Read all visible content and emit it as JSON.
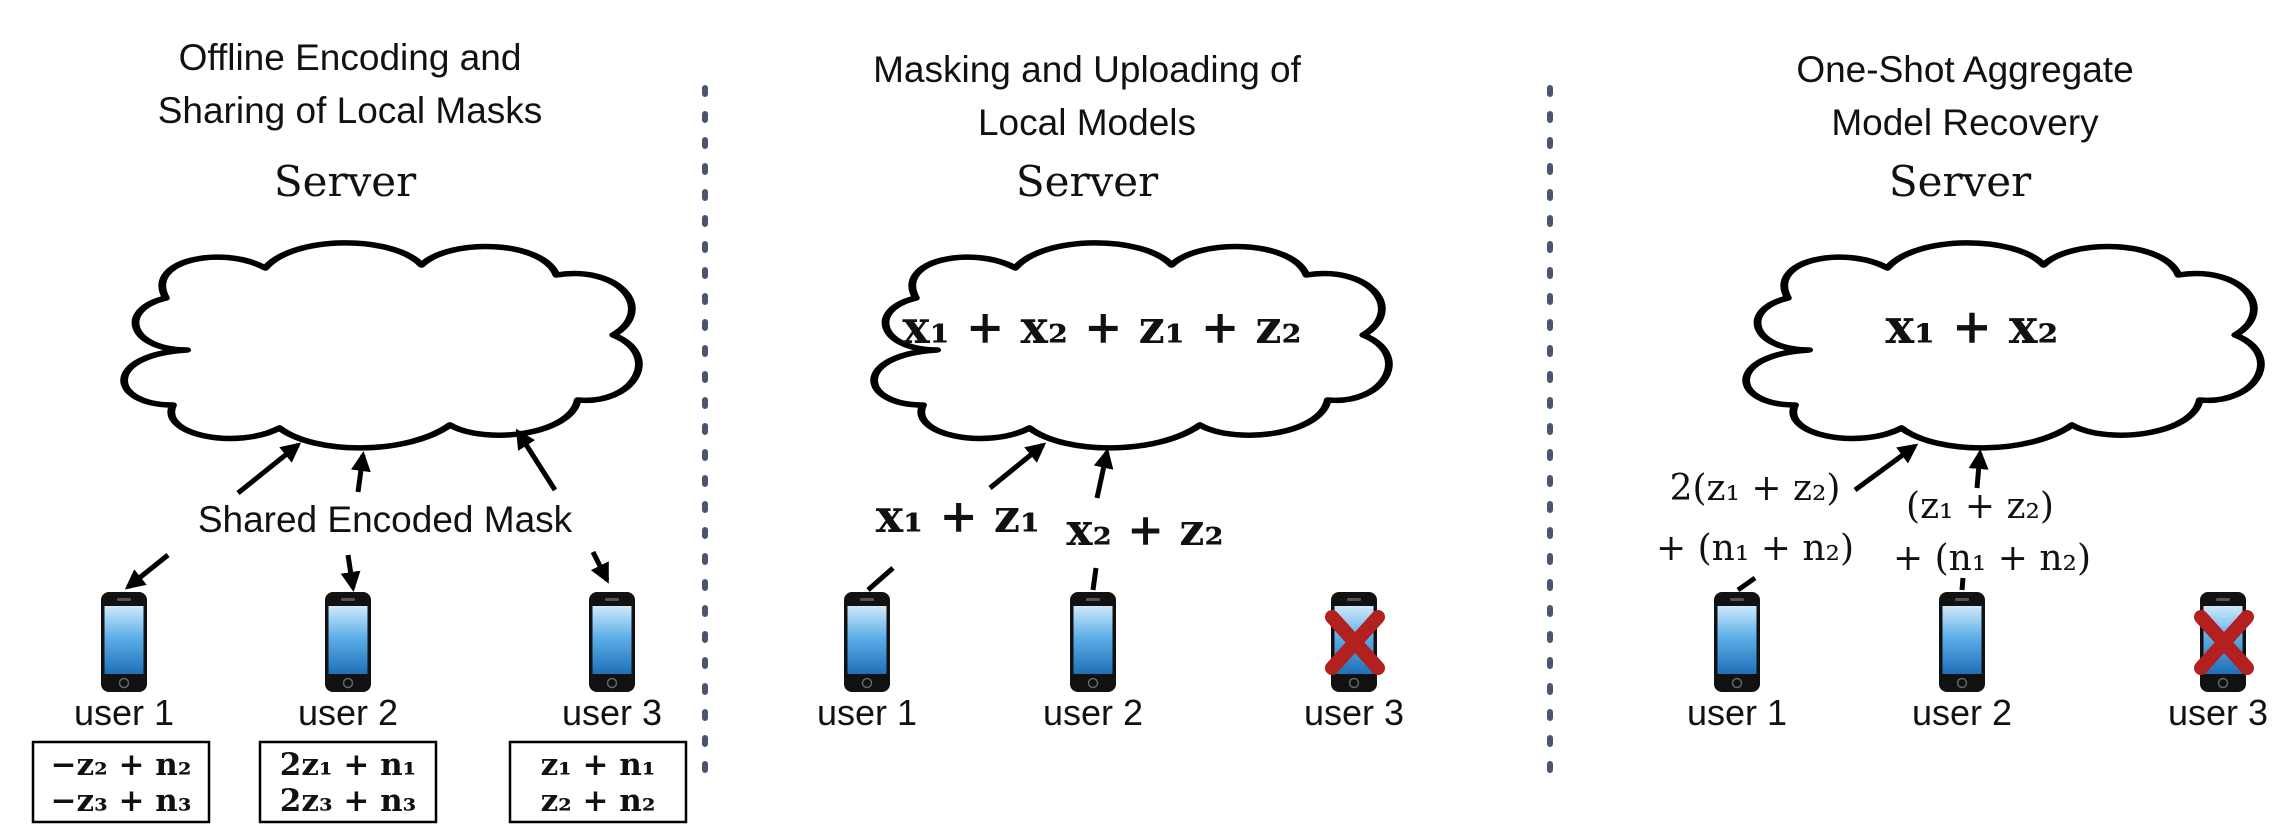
{
  "panels": [
    {
      "title_line1": "Offline Encoding and",
      "title_line2": "Sharing of Local Masks",
      "server_label": "Server",
      "shared_label": "Shared Encoded Mask",
      "users": [
        {
          "label": "user 1",
          "dropped": false,
          "mask_line1": "−z₂ + n₂",
          "mask_line2": "−z₃ + n₃"
        },
        {
          "label": "user 2",
          "dropped": false,
          "mask_line1": "2z₁ + n₁",
          "mask_line2": "2z₃ + n₃"
        },
        {
          "label": "user 3",
          "dropped": false,
          "mask_line1": "z₁ + n₁",
          "mask_line2": "z₂ + n₂"
        }
      ]
    },
    {
      "title_line1": "Masking and  Uploading of",
      "title_line2": "Local Models",
      "server_label": "Server",
      "cloud_expr": "x₁ + x₂ + z₁ + z₂",
      "upload_user1": "x₁ + z₁",
      "upload_user2": "x₂ + z₂",
      "users": [
        {
          "label": "user 1",
          "dropped": false
        },
        {
          "label": "user 2",
          "dropped": false
        },
        {
          "label": "user 3",
          "dropped": true
        }
      ]
    },
    {
      "title_line1": "One-Shot Aggregate",
      "title_line2": "Model Recovery",
      "server_label": "Server",
      "cloud_expr": "x₁ + x₂",
      "upload_user1_line1": "2(z₁ + z₂)",
      "upload_user1_line2": "+ (n₁ + n₂)",
      "upload_user2_line1": "(z₁ + z₂)",
      "upload_user2_line2": "+ (n₁ + n₂)",
      "users": [
        {
          "label": "user 1",
          "dropped": false
        },
        {
          "label": "user 2",
          "dropped": false
        },
        {
          "label": "user 3",
          "dropped": true
        }
      ]
    }
  ],
  "colors": {
    "divider": "#4a5570",
    "drop_mark": "#b32020",
    "phone_screen_top": "#cfe9fb",
    "phone_screen_bottom": "#1f6fb8"
  }
}
